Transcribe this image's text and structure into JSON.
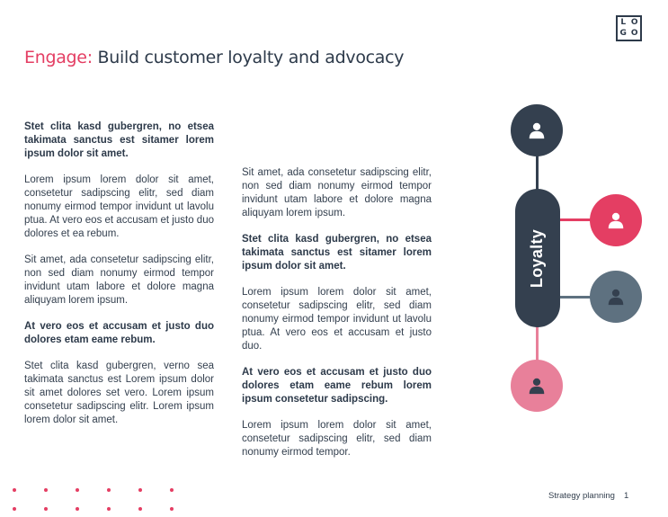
{
  "header": {
    "title_accent": "Engage:",
    "title_rest": " Build customer loyalty and advocacy",
    "logo_letters": [
      "L",
      "O",
      "G",
      "O"
    ]
  },
  "columns": [
    {
      "paragraphs": [
        {
          "bold": true,
          "text": "Stet clita kasd gubergren, no etsea takimata sanctus est sitamer lorem ipsum dolor sit amet."
        },
        {
          "bold": false,
          "text": "Lorem ipsum lorem dolor sit amet, consetetur sadipscing elitr, sed diam nonumy eirmod tempor invidunt ut lavolu ptua. At vero eos et accusam et justo duo dolores et ea rebum."
        },
        {
          "bold": false,
          "text": "Sit amet, ada consetetur sadipscing elitr, non sed diam nonumy eirmod tempor invidunt utam labore et dolore magna aliquyam lorem ipsum."
        },
        {
          "bold": true,
          "text": "At vero eos et accusam et justo duo dolores etam eame rebum."
        },
        {
          "bold": false,
          "text": "Stet clita kasd gubergren, verno sea takimata sanctus est Lorem ipsum dolor sit amet dolores set vero. Lorem ipsum consetetur sadipscing elitr. Lorem ipsum lorem dolor sit amet."
        }
      ]
    },
    {
      "paragraphs": [
        {
          "bold": false,
          "text": "Sit amet, ada consetetur sadipscing elitr, non sed diam nonumy eirmod tempor invidunt utam labore et dolore magna aliquyam lorem ipsum."
        },
        {
          "bold": true,
          "text": "Stet clita kasd gubergren, no etsea takimata sanctus est sitamer lorem ipsum dolor sit amet."
        },
        {
          "bold": false,
          "text": "Lorem ipsum lorem dolor sit amet, consetetur sadipscing elitr, sed diam nonumy eirmod tempor invidunt ut lavolu ptua. At vero eos et accusam et justo duo."
        },
        {
          "bold": true,
          "text": "At vero eos et accusam et justo duo dolores etam eame rebum lorem ipsum consetetur sadipscing."
        },
        {
          "bold": false,
          "text": "Lorem ipsum lorem dolor sit amet, consetetur sadipscing elitr, sed diam nonumy eirmod tempor."
        }
      ]
    }
  ],
  "diagram": {
    "center_label": "Loyalty",
    "icon": "person-icon",
    "colors": {
      "dark": "#34404f",
      "red": "#e43e63",
      "slate": "#5e7180",
      "pink": "#e8809a",
      "accent": "#e43e63"
    }
  },
  "footer": {
    "label": "Strategy planning",
    "page": "1"
  }
}
